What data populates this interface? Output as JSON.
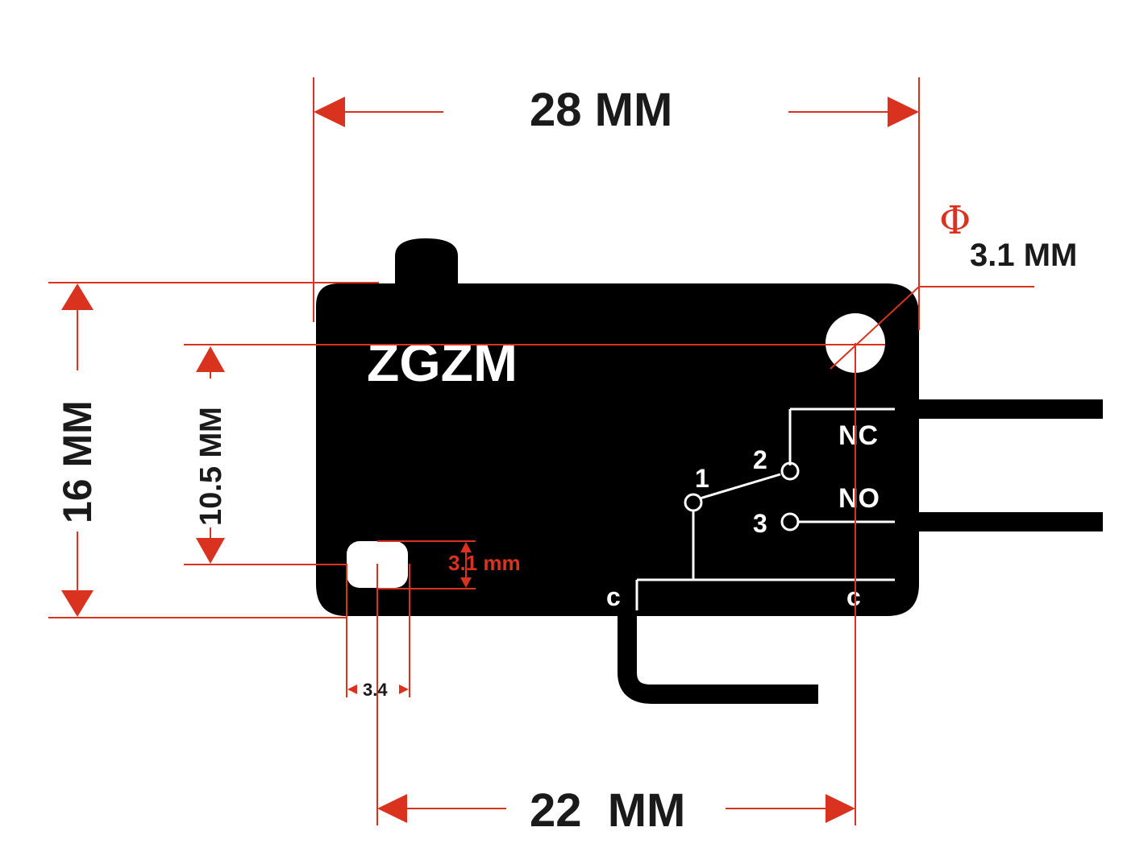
{
  "dimensions": {
    "overall_length": "28 MM",
    "hole_diameter": "3.1 MM",
    "body_height": "16 MM",
    "mount_height": "10.5 MM",
    "slot_height": "3.1 mm",
    "slot_width": "3.4",
    "hole_spacing": "22  MM"
  },
  "labels": {
    "brand": "ZGZM",
    "phi_symbol": "Φ",
    "terminal_nc": "NC",
    "terminal_no": "NO",
    "pin_1": "1",
    "pin_2": "2",
    "pin_3": "3",
    "common_left": "c",
    "common_right": "c"
  },
  "colors": {
    "dimension_line": "#d9321f",
    "body": "#000000",
    "text": "#1a1a1a"
  }
}
